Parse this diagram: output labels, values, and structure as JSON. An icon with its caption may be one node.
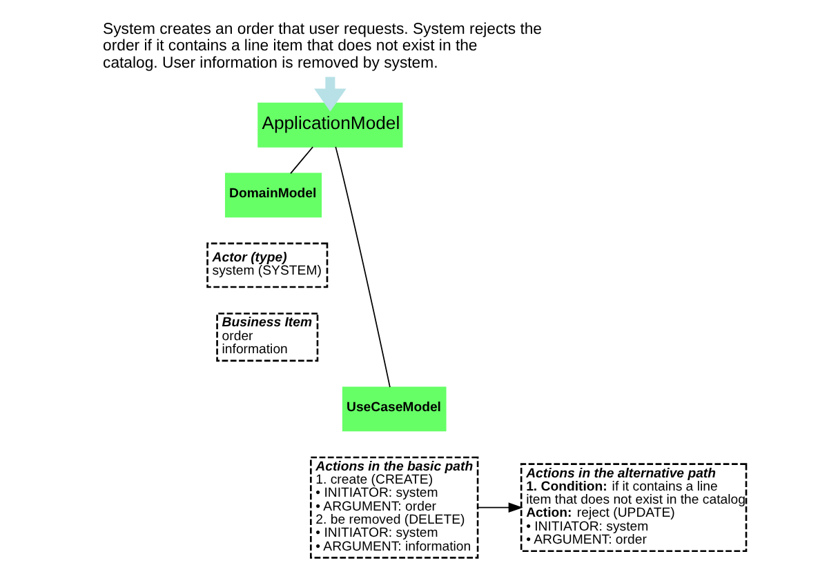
{
  "diagram": {
    "nodes": [
      {
        "text": [
          "System creates an order that user requests. System rejects the order if it contains a line item that does not exist in the catalog. User information is removed by system."
        ]
      },
      {
        "text": [
          "ApplicationModel"
        ]
      },
      {
        "text": [
          "DomainModel"
        ]
      },
      {
        "text": [
          "Actor (type)",
          "system (SYSTEM)"
        ]
      },
      {
        "text": [
          "Business Item",
          "order",
          "information"
        ]
      },
      {
        "text": [
          "UseCaseModel"
        ]
      },
      {
        "text": [
          "Actions in the basic path",
          "1. create (CREATE)",
          "• INITIATOR: system",
          "• ARGUMENT: order",
          "2. be removed (DELETE)",
          "• INITIATOR: system",
          "• ARGUMENT: information"
        ]
      },
      {
        "text": [
          "Actions in the alternative path",
          "**1. Condition:** if it contains a line item that does not exist in the catalog",
          "**Action:** reject (UPDATE)",
          "• INITIATOR: system",
          "• ARGUMENT: order"
        ]
      }
    ],
    "edges": [
      {
        "from": 0,
        "to": 1,
        "arrow": "to",
        "style": "thick",
        "color": "#b7e1e6"
      },
      {
        "from": 1,
        "to": 2,
        "arrow": "none"
      },
      {
        "from": 1,
        "to": 5,
        "arrow": "none"
      },
      {
        "from": 6,
        "to": 7,
        "arrow": "to"
      }
    ]
  }
}
